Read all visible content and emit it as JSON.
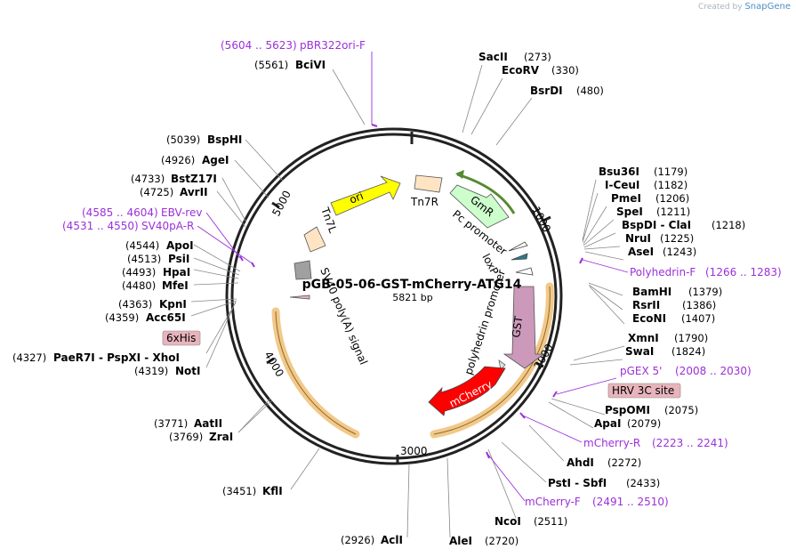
{
  "credit": {
    "prefix": "Created by",
    "brand": "SnapGene"
  },
  "plasmid": {
    "name": "pGB-05-06-GST-mCherry-ATG14",
    "size": "5821 bp"
  },
  "ticks": [
    "1000",
    "2000",
    "3000",
    "4000",
    "5000"
  ],
  "sites": [
    {
      "name": "SacII",
      "pos": "(273)"
    },
    {
      "name": "EcoRV",
      "pos": "(330)"
    },
    {
      "name": "BsrDI",
      "pos": "(480)"
    },
    {
      "name": "Bsu36I",
      "pos": "(1179)"
    },
    {
      "name": "I-CeuI",
      "pos": "(1182)"
    },
    {
      "name": "PmeI",
      "pos": "(1206)"
    },
    {
      "name": "SpeI",
      "pos": "(1211)"
    },
    {
      "name": "BspDI - ClaI",
      "pos": "(1218)"
    },
    {
      "name": "NruI",
      "pos": "(1225)"
    },
    {
      "name": "AseI",
      "pos": "(1243)"
    },
    {
      "name": "BamHI",
      "pos": "(1379)"
    },
    {
      "name": "RsrII",
      "pos": "(1386)"
    },
    {
      "name": "EcoNI",
      "pos": "(1407)"
    },
    {
      "name": "XmnI",
      "pos": "(1790)"
    },
    {
      "name": "SwaI",
      "pos": "(1824)"
    },
    {
      "name": "PspOMI",
      "pos": "(2075)"
    },
    {
      "name": "ApaI",
      "pos": "(2079)"
    },
    {
      "name": "AhdI",
      "pos": "(2272)"
    },
    {
      "name": "PstI - SbfI",
      "pos": "(2433)"
    },
    {
      "name": "NcoI",
      "pos": "(2511)"
    },
    {
      "name": "AleI",
      "pos": "(2720)"
    },
    {
      "name": "AclI",
      "pos": "(2926)"
    },
    {
      "name": "KflI",
      "pos": "(3451)"
    },
    {
      "name": "ZraI",
      "pos": "(3769)"
    },
    {
      "name": "AatII",
      "pos": "(3771)"
    },
    {
      "name": "NotI",
      "pos": "(4319)"
    },
    {
      "name": "PaeR7I - PspXI - XhoI",
      "pos": "(4327)"
    },
    {
      "name": "Acc65I",
      "pos": "(4359)"
    },
    {
      "name": "KpnI",
      "pos": "(4363)"
    },
    {
      "name": "MfeI",
      "pos": "(4480)"
    },
    {
      "name": "HpaI",
      "pos": "(4493)"
    },
    {
      "name": "PsiI",
      "pos": "(4513)"
    },
    {
      "name": "ApoI",
      "pos": "(4544)"
    },
    {
      "name": "AvrII",
      "pos": "(4725)"
    },
    {
      "name": "BstZ17I",
      "pos": "(4733)"
    },
    {
      "name": "AgeI",
      "pos": "(4926)"
    },
    {
      "name": "BspHI",
      "pos": "(5039)"
    },
    {
      "name": "BciVI",
      "pos": "(5561)"
    }
  ],
  "primers": [
    {
      "name": "pBR322ori-F",
      "range": "(5604 .. 5623)"
    },
    {
      "name": "Polyhedrin-F",
      "range": "(1266 .. 1283)"
    },
    {
      "name": "pGEX 5'",
      "range": "(2008 .. 2030)"
    },
    {
      "name": "mCherry-R",
      "range": "(2223 .. 2241)"
    },
    {
      "name": "mCherry-F",
      "range": "(2491 .. 2510)"
    },
    {
      "name": "EBV-rev",
      "range": "(4585 .. 4604)"
    },
    {
      "name": "SV40pA-R",
      "range": "(4531 .. 4550)"
    }
  ],
  "boxed_labels": [
    "HRV 3C site",
    "6xHis"
  ],
  "features": {
    "ori": "ori",
    "tn7r": "Tn7R",
    "tn7l": "Tn7L",
    "gmr": "GmR",
    "pc_promoter": "Pc promoter",
    "loxp": "loxP",
    "gst": "GST",
    "polyhedrin": "polyhedrin promoter",
    "mcherry": "mCherry",
    "sv40": "SV40 poly(A) signal"
  },
  "colors": {
    "backbone": "#222222",
    "primer": "#9b30d9",
    "ori": "#ffff00",
    "gmr": "#ccffcc",
    "tn7": "#ffe4c4",
    "gst": "#cc99bb",
    "mcherry": "#ff0000",
    "orf_highlight": "#f2c98a",
    "boxed_bg": "#e8b4bc"
  }
}
